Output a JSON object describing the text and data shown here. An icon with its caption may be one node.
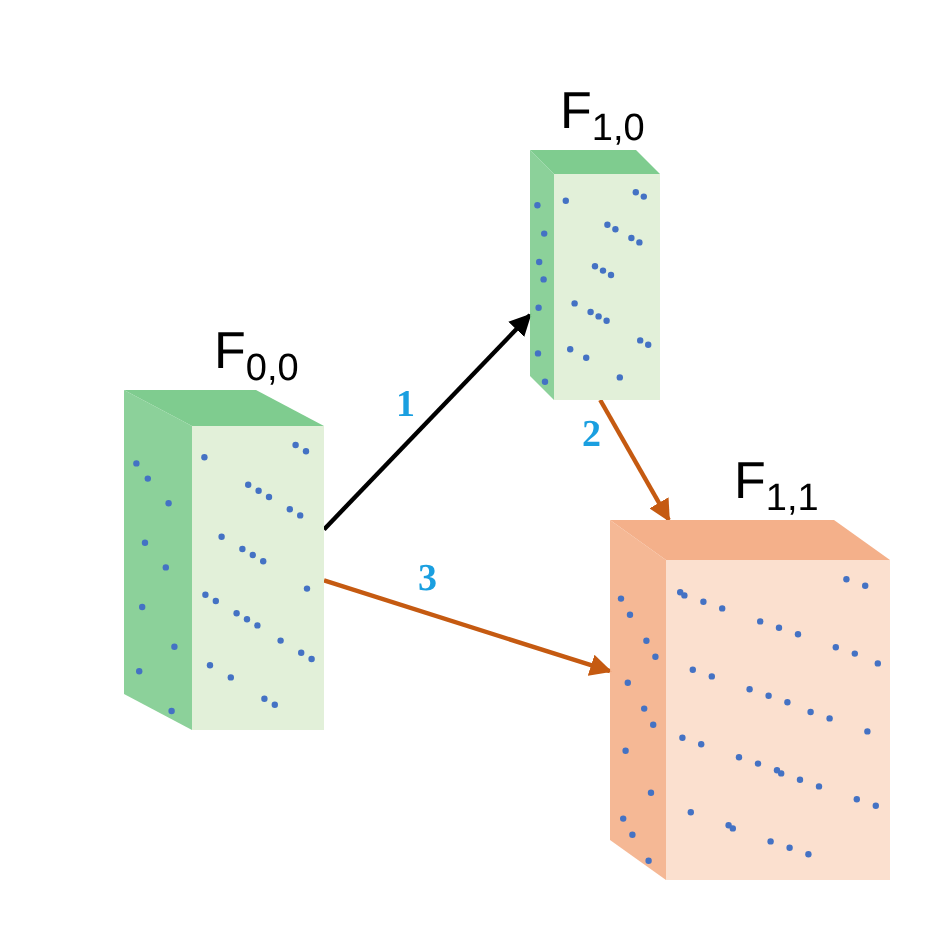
{
  "diagram": {
    "nodes": [
      {
        "text": [
          "F$_{0,0}$"
        ]
      },
      {
        "text": [
          "F$_{1,0}$"
        ]
      },
      {
        "text": [
          "F$_{1,1}$"
        ]
      }
    ],
    "edges": [
      {
        "from": 0,
        "to": 1,
        "arrow": "to",
        "label": "1",
        "color": "#000000"
      },
      {
        "from": 1,
        "to": 2,
        "arrow": "to",
        "label": "2"
      },
      {
        "from": 0,
        "to": 2,
        "arrow": "to",
        "label": "3"
      }
    ]
  }
}
